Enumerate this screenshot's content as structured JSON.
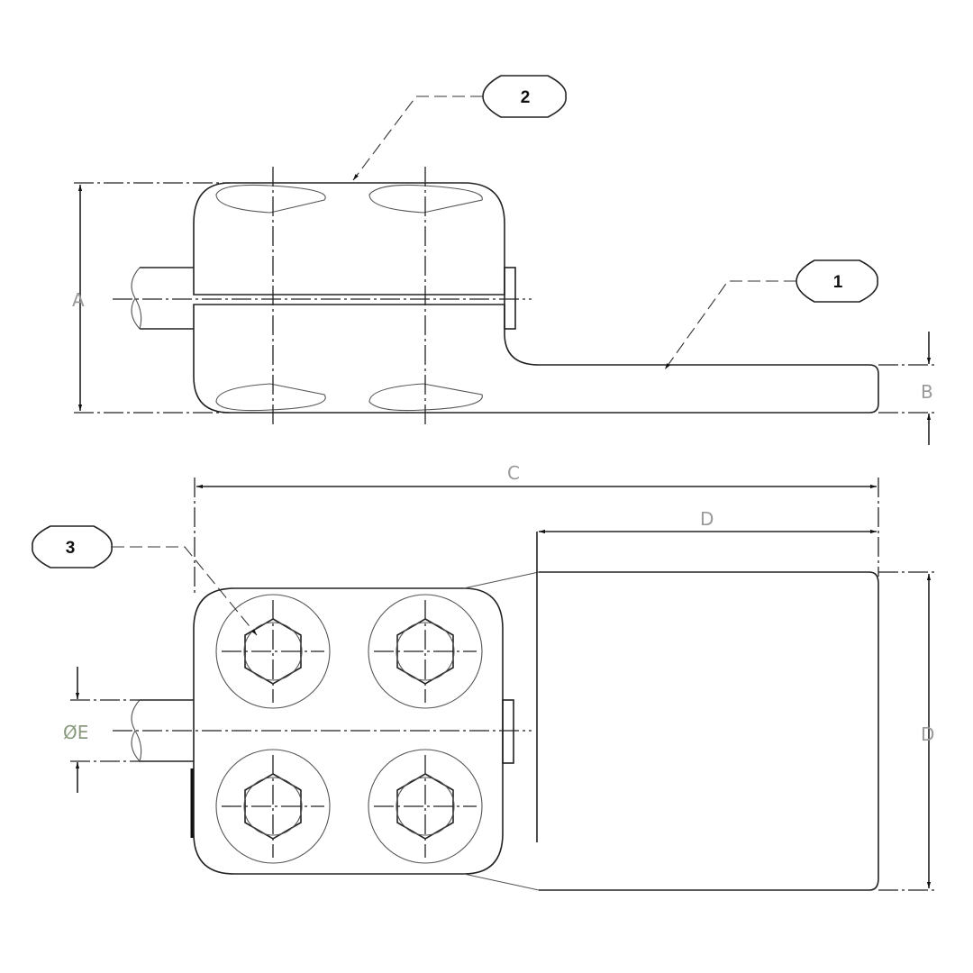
{
  "dimensions": {
    "a": "A",
    "b": "B",
    "c": "C",
    "d_width": "D",
    "d_height": "D",
    "e": "ØE"
  },
  "balloons": {
    "one": "1",
    "two": "2",
    "three": "3"
  },
  "colors": {
    "line": "#222222",
    "dimension_text": "#999999",
    "diameter_text": "#8a9a80"
  }
}
